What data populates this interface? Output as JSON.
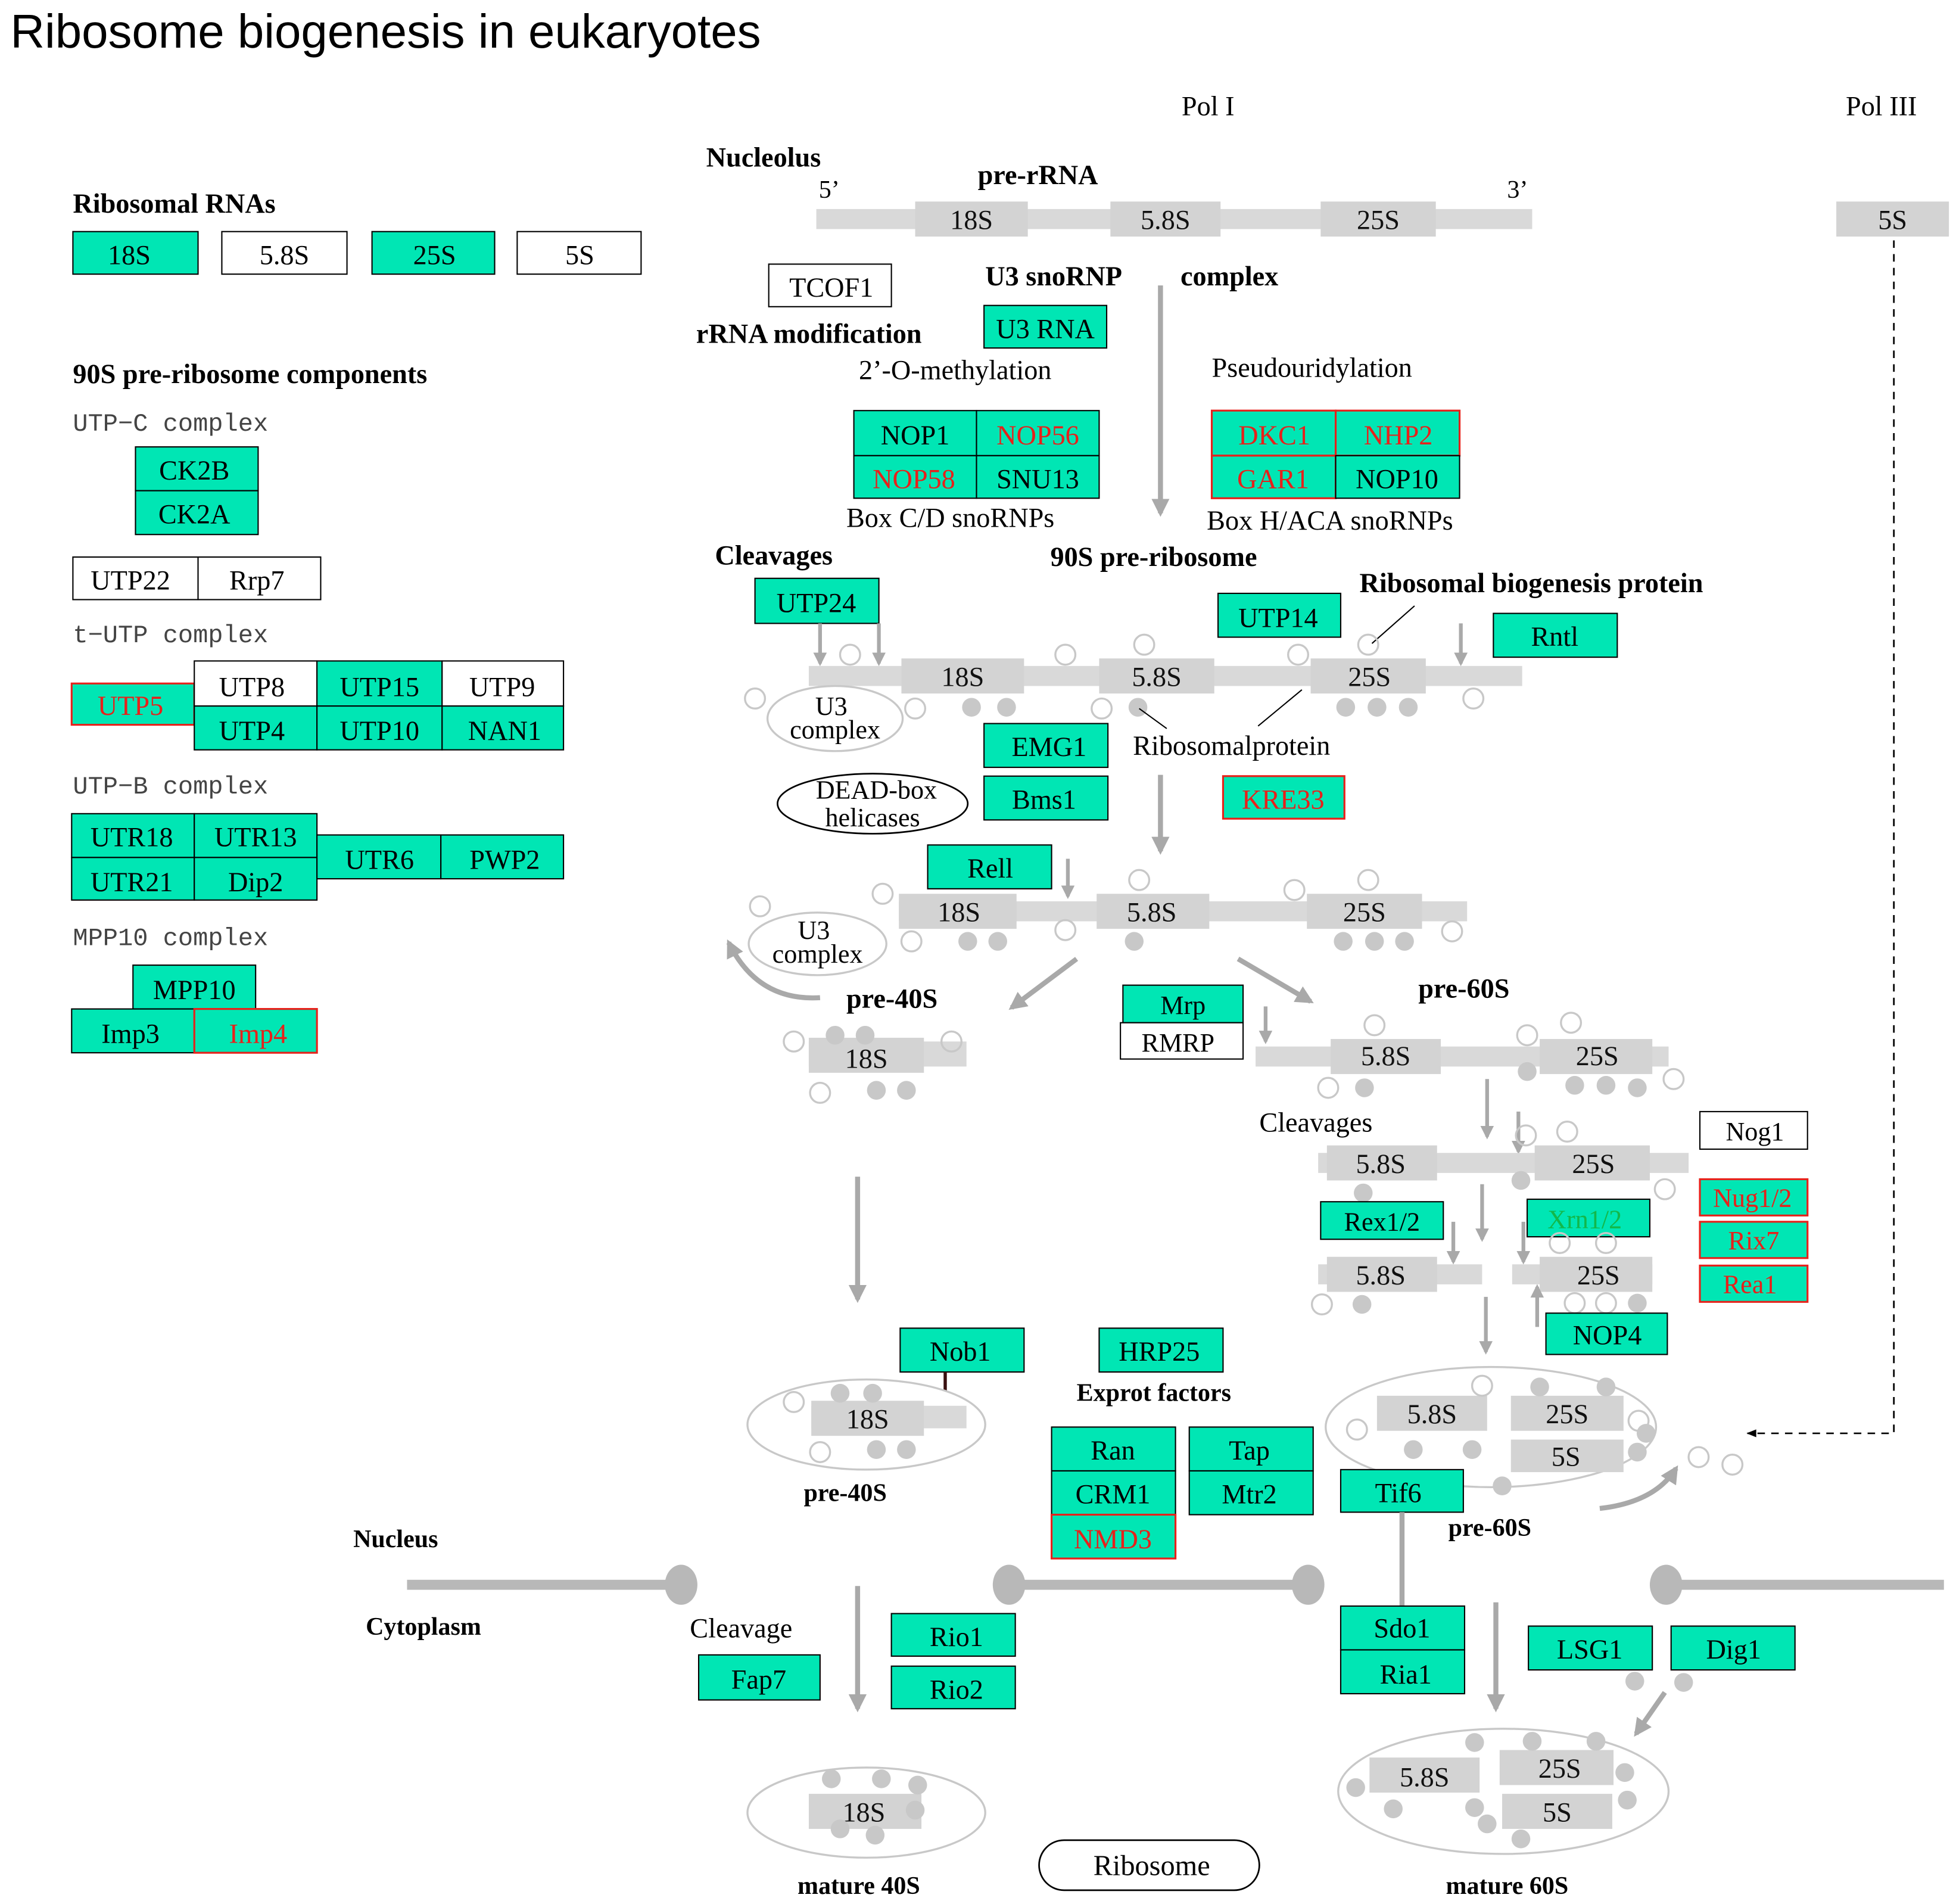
{
  "title": "Ribosome biogenesis in eukaryotes",
  "colors": {
    "protein_fill": "#00E6B4",
    "highlight_text": "#E8201A",
    "highlight_border": "#E8201A",
    "rna_bar": "#d9d9d9",
    "arrow": "#a9a9a9"
  },
  "labels": {
    "pol1": "Pol I",
    "pol3": "Pol III",
    "nucleolus": "Nucleolus",
    "prerrna": "pre-rRNA",
    "five": "5’",
    "three": "3’",
    "ribosomal_rnas": "Ribosomal RNAs",
    "components_90s": "90S pre-ribosome components",
    "utpc": "UTP−C  complex",
    "tutp": "t−UTP  complex",
    "utpb": "UTP−B  complex",
    "mpp10c": "MPP10  complex",
    "u3snorna": "U3 snoRNP",
    "complex": "complex",
    "rrna_mod": "rRNA modification",
    "omethyl": "2’-O-methylation",
    "pseudo": "Pseudouridylation",
    "boxcd": "Box C/D snoRNPs",
    "boxhaca": "Box H/ACA snoRNPs",
    "cleavages": "Cleavages",
    "pre90s": "90S pre-ribosome",
    "ribo_protein": "Ribosomal biogenesis protein",
    "u3_l1": "U3",
    "u3_l2": "complex",
    "ribosomalprotein": "Ribosomalprotein",
    "dead_l1": "DEAD-box",
    "dead_l2": "helicases",
    "pre40s": "pre-40S",
    "pre60s": "pre-60S",
    "cleavages2": "Cleavages",
    "exprot": "Exprot factors",
    "nucleus": "Nucleus",
    "cytoplasm": "Cytoplasm",
    "cleavage": "Cleavage",
    "mature40s": "mature 40S",
    "mature60s": "mature 60S",
    "ribosome": "Ribosome"
  },
  "rna": {
    "s18": "18S",
    "s58": "5.8S",
    "s25": "25S",
    "s5": "5S"
  },
  "boxes": {
    "rrna_18s": "18S",
    "rrna_58s": "5.8S",
    "rrna_25s": "25S",
    "rrna_5s": "5S",
    "ck2b": "CK2B",
    "ck2a": "CK2A",
    "utp22": "UTP22",
    "rrp7": "Rrp7",
    "utp5": "UTP5",
    "utp8": "UTP8",
    "utp15": "UTP15",
    "utp9": "UTP9",
    "utp4": "UTP4",
    "utp10": "UTP10",
    "nan1": "NAN1",
    "utr18": "UTR18",
    "utr13": "UTR13",
    "utr21": "UTR21",
    "dip2": "Dip2",
    "utr6": "UTR6",
    "pwp2": "PWP2",
    "mpp10": "MPP10",
    "imp3": "Imp3",
    "imp4": "Imp4",
    "tcof1": "TCOF1",
    "u3rna": "U3 RNA",
    "nop1": "NOP1",
    "nop56": "NOP56",
    "nop58": "NOP58",
    "snu13": "SNU13",
    "dkc1": "DKC1",
    "nhp2": "NHP2",
    "gar1": "GAR1",
    "nop10": "NOP10",
    "utp24": "UTP24",
    "utp14": "UTP14",
    "rntl": "Rntl",
    "emg1": "EMG1",
    "bms1": "Bms1",
    "kre33": "KRE33",
    "rell": "Rell",
    "mrp": "Mrp",
    "rmrp": "RMRP",
    "nog1": "Nog1",
    "rex12": "Rex1/2",
    "xrn12": "Xrn1/2",
    "nug12": "Nug1/2",
    "rix7": "Rix7",
    "rea1": "Rea1",
    "nop4": "NOP4",
    "nob1": "Nob1",
    "hrp25": "HRP25",
    "ran": "Ran",
    "crm1": "CRM1",
    "nmd3": "NMD3",
    "tap": "Tap",
    "mtr2": "Mtr2",
    "tif6": "Tif6",
    "rio1": "Rio1",
    "rio2": "Rio2",
    "fap7": "Fap7",
    "sdo1": "Sdo1",
    "ria1": "Ria1",
    "lsg1": "LSG1",
    "dig1": "Dig1"
  }
}
